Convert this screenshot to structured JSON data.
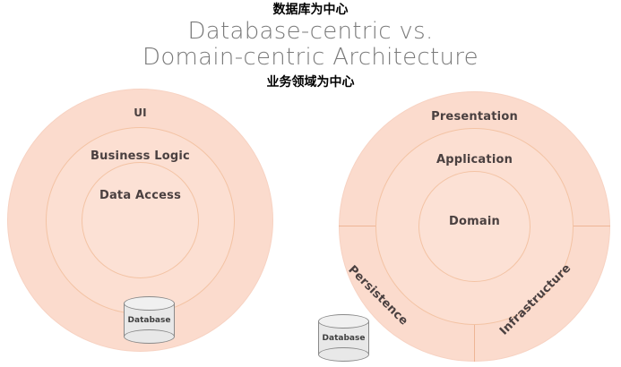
{
  "title": {
    "cn_database_centric": "数据库为中心",
    "main_line1": "Database-centric vs.",
    "main_line2": "Domain-centric Architecture",
    "cn_domain_centric": "业务领域为中心",
    "main_color": "#7a7a7a",
    "annotation_color": "#000000"
  },
  "palette": {
    "outer_ring_fill": "#fbdbcd",
    "mid_ring_fill": "#fcdfd2",
    "inner_ring_fill": "#fce1d5",
    "ring_stroke": "#f3c3a4",
    "label_text": "#4a4040",
    "cylinder_fill": "#e8e8e8",
    "cylinder_stroke": "#8a8a8a"
  },
  "left_diagram": {
    "name": "database-centric-architecture",
    "rings": [
      {
        "id": "ui",
        "label": "UI"
      },
      {
        "id": "business-logic",
        "label": "Business Logic"
      },
      {
        "id": "data-access",
        "label": "Data Access"
      }
    ],
    "center_store": {
      "label": "Database"
    }
  },
  "right_diagram": {
    "name": "domain-centric-architecture",
    "rings": [
      {
        "id": "presentation",
        "label": "Presentation"
      },
      {
        "id": "application",
        "label": "Application"
      },
      {
        "id": "domain",
        "label": "Domain"
      }
    ],
    "outer_sectors": [
      {
        "id": "presentation",
        "label": "Presentation",
        "position": "top"
      },
      {
        "id": "persistence",
        "label": "Persistence",
        "position": "bottom-left",
        "rotation_deg": 45
      },
      {
        "id": "infrastructure",
        "label": "Infrastructure",
        "position": "bottom-right",
        "rotation_deg": -45
      }
    ],
    "external_store": {
      "label": "Database"
    }
  }
}
